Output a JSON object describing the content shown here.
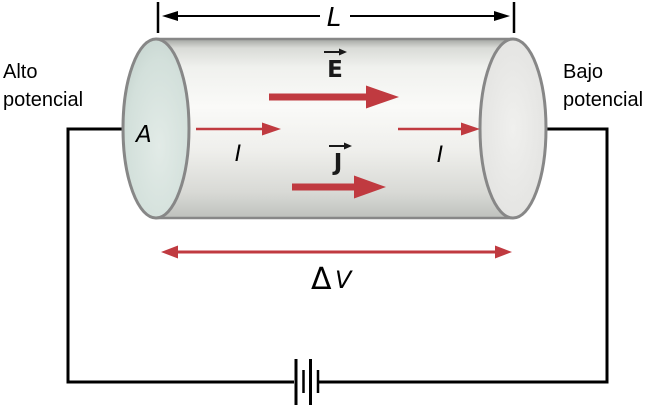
{
  "labels": {
    "high_potential_line1": "Alto",
    "high_potential_line2": "potencial",
    "low_potential_line1": "Bajo",
    "low_potential_line2": "potencial",
    "cross_section_area": "A",
    "length": "L",
    "electric_field": "E",
    "current_density": "J",
    "current_left": "I",
    "current_right": "I",
    "potential_difference_delta": "Δ",
    "potential_difference_variable": "V"
  },
  "colors": {
    "arrow_red": "#c03a40",
    "wire_black": "#000000",
    "cylinder_outline_gray": "#878787",
    "left_face_teal": "#d3e0db",
    "right_face_gray": "#e4e4e2",
    "body_highlight": "#fafaf8",
    "background": "#ffffff"
  }
}
